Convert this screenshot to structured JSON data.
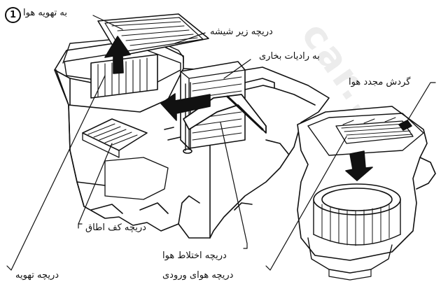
{
  "figure_number": "1",
  "labels": {
    "vent_door_top": "به تهویه هوا",
    "defrost_door": "دریچه زیر شیشه",
    "to_heater_core": "به رادیات بخاری",
    "recirculation": "گردش مجدد هوا",
    "floor_door": "دریچه کف اطاق",
    "air_mix_door": "دریچه اختلاط هوا",
    "vent_door": "دریچه تهویه",
    "intake_door": "دریچه هوای ورودی"
  },
  "watermark": "car..."
}
